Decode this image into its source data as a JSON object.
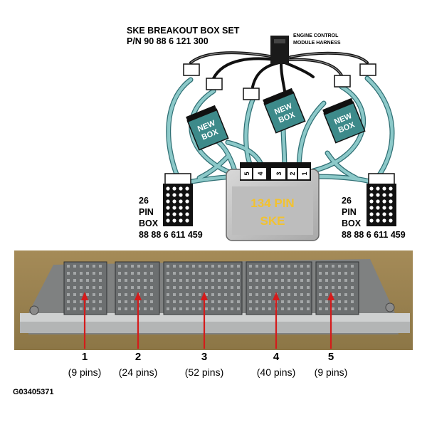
{
  "title_line1": "SKE BREAKOUT BOX SET",
  "title_line2": "P/N 90 88 6 121 300",
  "harness_label_line1": "ENGINE CONTROL",
  "harness_label_line2": "MODULE HARNESS",
  "new_box_label_line1": "NEW",
  "new_box_label_line2": "BOX",
  "ecm_label_line1": "134 PIN",
  "ecm_label_line2": "SKE",
  "connector_numbers": [
    "5",
    "4",
    "3",
    "2",
    "1"
  ],
  "left_box": {
    "line1": "26",
    "line2": "PIN",
    "line3": "BOX",
    "line4": "88 88 6 611 459"
  },
  "right_box": {
    "line1": "26",
    "line2": "PIN",
    "line3": "BOX",
    "line4": "88 88 6 611 459"
  },
  "callouts": [
    {
      "number": "1",
      "pins": "(9 pins)"
    },
    {
      "number": "2",
      "pins": "(24 pins)"
    },
    {
      "number": "3",
      "pins": "(52 pins)"
    },
    {
      "number": "4",
      "pins": "(40 pins)"
    },
    {
      "number": "5",
      "pins": "(9 pins)"
    }
  ],
  "figure_id": "G03405371",
  "colors": {
    "cable": "#7ec2c2",
    "cable_edge": "#2f6f74",
    "ecm": "#c6c6c6",
    "ecm_label": "#f2c230"
  }
}
